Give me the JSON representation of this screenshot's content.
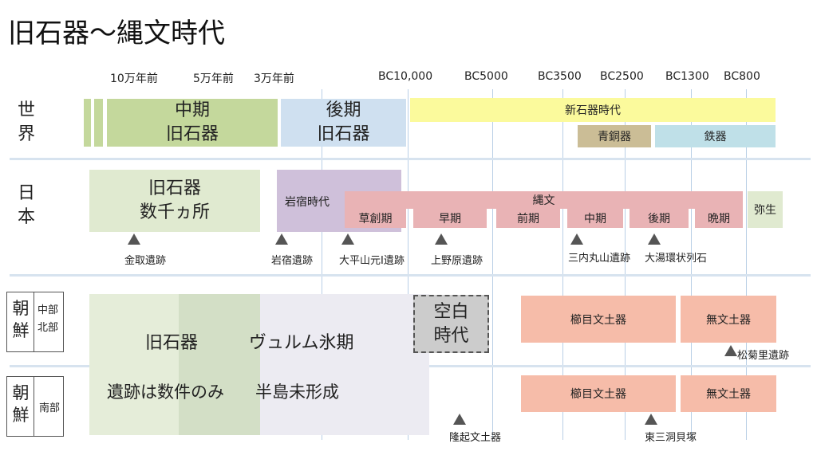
{
  "title": "旧石器〜縄文時代",
  "ticks": [
    "10万年前",
    "5万年前",
    "3万年前",
    "BC10,000",
    "BC5000",
    "BC3500",
    "BC2500",
    "BC1300",
    "BC800"
  ],
  "row_labels": {
    "world": [
      "世",
      "界"
    ],
    "japan": [
      "日",
      "本"
    ],
    "korea_north": {
      "big": [
        "朝",
        "鮮"
      ],
      "small": [
        "中部",
        "北部"
      ]
    },
    "korea_south": {
      "big": [
        "朝",
        "鮮"
      ],
      "small": [
        "南部"
      ]
    }
  },
  "world": {
    "middle_paleo": [
      "中期",
      "旧石器"
    ],
    "late_paleo": [
      "後期",
      "旧石器"
    ],
    "neolithic": "新石器時代",
    "bronze": "青銅器",
    "iron": "鉄器"
  },
  "japan": {
    "paleo": [
      "旧石器",
      "数千ヵ所"
    ],
    "iwajuku": "岩宿時代",
    "jomon": "縄文",
    "jomon_periods": [
      "草創期",
      "早期",
      "前期",
      "中期",
      "後期",
      "晩期"
    ],
    "yayoi": "弥生",
    "sites": [
      "金取遺跡",
      "岩宿遺跡",
      "大平山元Ⅰ遺跡",
      "上野原遺跡",
      "三内丸山遺跡",
      "大湯環状列石"
    ]
  },
  "korea": {
    "paleo": "旧石器",
    "wurm": "ヴュルム氷期",
    "sites_note": "遺跡は数件のみ",
    "peninsula_note": "半島未形成",
    "blank": [
      "空白",
      "時代"
    ],
    "comb_pattern": "櫛目文土器",
    "plain_pattern": "無文土器",
    "sites": [
      "松菊里遺跡",
      "隆起文土器",
      "東三洞貝塚"
    ]
  },
  "colors": {
    "green": "#c4d89c",
    "lightgreen": "#e0ead0",
    "blue": "#cfe0f0",
    "yellow": "#fbfa9c",
    "bronze": "#cbbd96",
    "iron": "#bfe0e8",
    "purple": "#cfc0da",
    "pink": "#e9b3b5",
    "salmon": "#f6bca9",
    "gray": "#cccccc"
  }
}
